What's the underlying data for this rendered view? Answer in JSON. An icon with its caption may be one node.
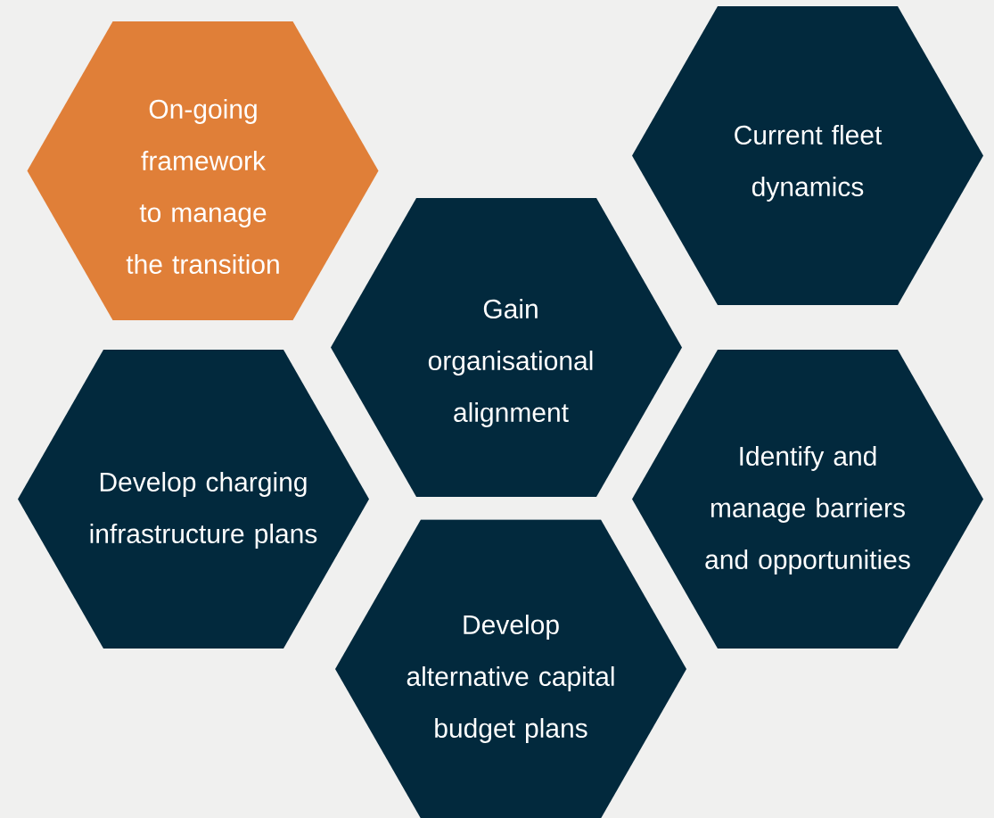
{
  "diagram": {
    "nodes": [
      {
        "text": [
          "On-going framework to manage the transition"
        ]
      },
      {
        "text": [
          "Current fleet dynamics"
        ]
      },
      {
        "text": [
          "Gain organisational alignment"
        ]
      },
      {
        "text": [
          "Develop charging infrastructure plans"
        ]
      },
      {
        "text": [
          "Identify and manage barriers and opportunities"
        ]
      },
      {
        "text": [
          "Develop alternative capital budget plans"
        ]
      }
    ]
  }
}
